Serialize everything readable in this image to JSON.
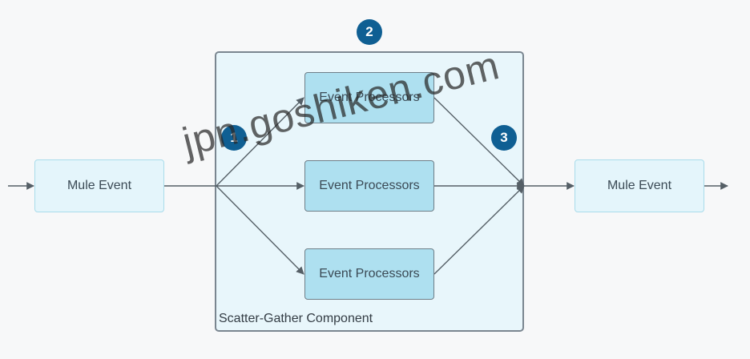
{
  "input_event": {
    "label": "Mule Event"
  },
  "output_event": {
    "label": "Mule Event"
  },
  "processors": [
    {
      "label": "Event Processors"
    },
    {
      "label": "Event Processors"
    },
    {
      "label": "Event Processors"
    }
  ],
  "component": {
    "label": "Scatter-Gather Component"
  },
  "badges": [
    "1",
    "2",
    "3"
  ],
  "watermark": "jpn.goshiken.com",
  "colors": {
    "badge": "#0f5f93",
    "processor_fill": "#aee0f0",
    "container_fill": "#e8f6fb",
    "event_fill": "#e4f5fb",
    "line": "#555f66"
  }
}
